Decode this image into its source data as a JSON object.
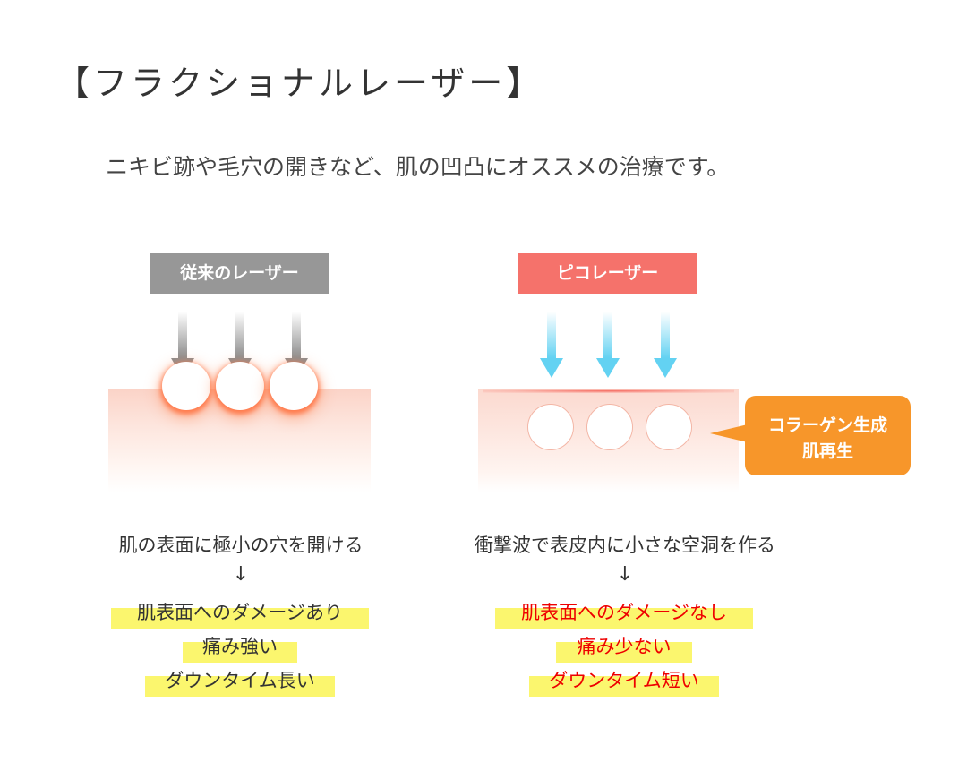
{
  "title": "【フラクショナルレーザー】",
  "subtitle": "ニキビ跡や毛穴の開きなど、肌の凹凸にオススメの治療です。",
  "colors": {
    "conventional_badge": "#979797",
    "pico_badge": "#f5726b",
    "conventional_arrow_top": "#ffffff",
    "conventional_arrow": "#8c8c8c",
    "pico_arrow_top": "#ffffff",
    "pico_arrow": "#63d2f2",
    "callout": "#f7962a",
    "highlight": "#fbf66e",
    "emphasis_red": "#ee0000",
    "text": "#333333"
  },
  "left": {
    "badge": "従来のレーザー",
    "description": "肌の表面に極小の穴を開ける",
    "arrow_symbol": "↓",
    "results": [
      "肌表面へのダメージあり",
      "痛み強い",
      "ダウンタイム長い"
    ]
  },
  "right": {
    "badge": "ピコレーザー",
    "description": "衝撃波で表皮内に小さな空洞を作る",
    "arrow_symbol": "↓",
    "callout_lines": [
      "コラーゲン生成",
      "肌再生"
    ],
    "results": [
      "肌表面へのダメージなし",
      "痛み少ない",
      "ダウンタイム短い"
    ]
  }
}
